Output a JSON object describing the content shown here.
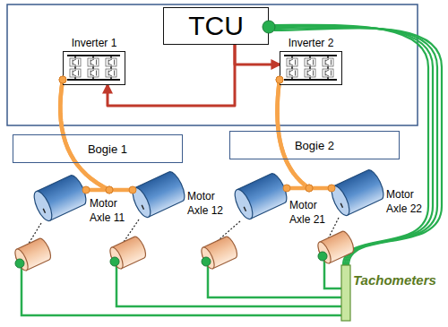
{
  "diagram": {
    "nodes": [
      {
        "text": [
          "TCU"
        ]
      },
      {
        "text": [
          "Inverter 1"
        ]
      },
      {
        "text": [
          "Inverter 2"
        ]
      },
      {
        "text": [
          "Bogie 1"
        ]
      },
      {
        "text": [
          "Bogie 2"
        ]
      },
      {
        "text": [
          "Motor Axle 11"
        ]
      },
      {
        "text": [
          "Motor Axle 12"
        ]
      },
      {
        "text": [
          "Motor Axle 21"
        ]
      },
      {
        "text": [
          "Motor Axle 22"
        ]
      }
    ],
    "edges": [
      {
        "from": 0,
        "to": 1,
        "arrow": "to"
      },
      {
        "from": 0,
        "to": 2,
        "arrow": "to"
      },
      {
        "from": 1,
        "to": 5,
        "arrow": "none"
      },
      {
        "from": 1,
        "to": 6,
        "arrow": "none"
      },
      {
        "from": 2,
        "to": 7,
        "arrow": "none"
      },
      {
        "from": 2,
        "to": 8,
        "arrow": "none"
      }
    ],
    "labels": [
      "Tachometers"
    ]
  }
}
